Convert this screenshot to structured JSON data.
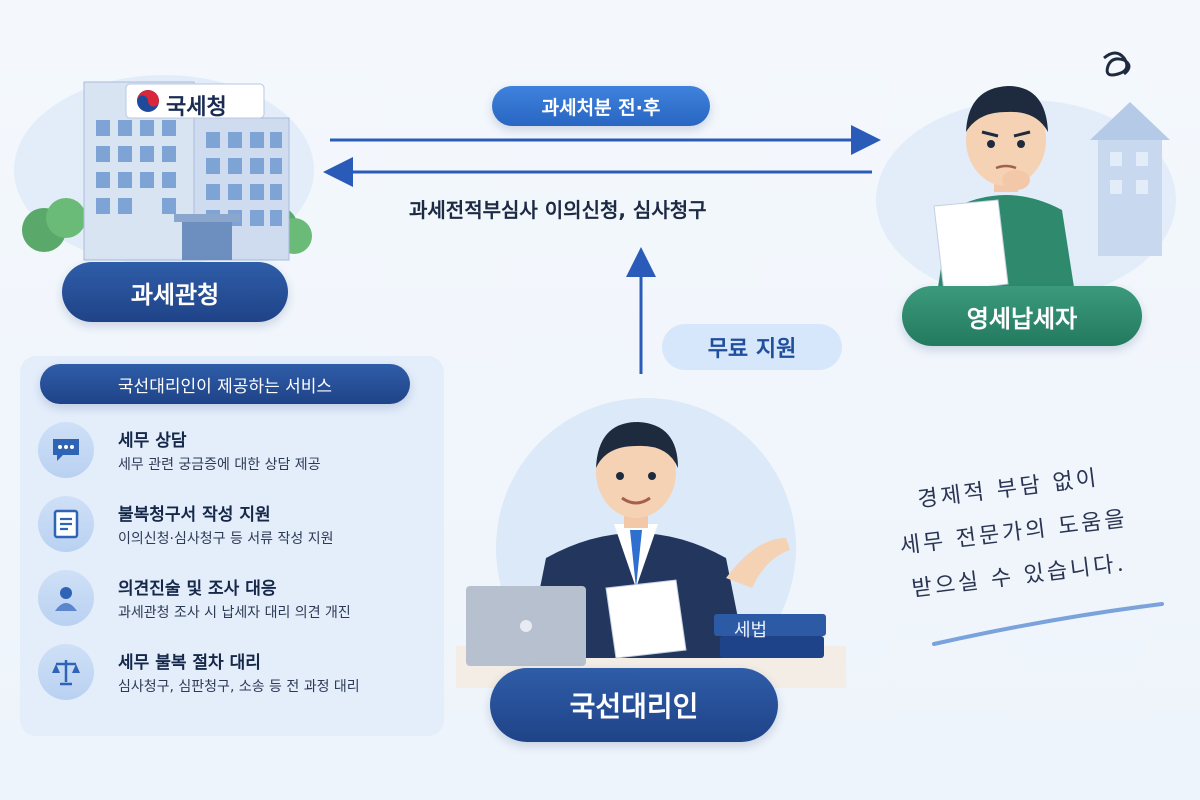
{
  "building": {
    "sign_text": "국세청",
    "label": "과세관청"
  },
  "taxpayer": {
    "label": "영세납세자"
  },
  "representative": {
    "label": "국선대리인",
    "book_label": "세법"
  },
  "flows": {
    "top_pill": "과세처분 전·후",
    "middle_text": "과세전적부심사 이의신청, 심사청구",
    "support_pill": "무료 지원"
  },
  "services": {
    "title": "국선대리인이 제공하는 서비스",
    "items": [
      {
        "icon": "chat-bubble-icon",
        "title": "세무 상담",
        "desc": "세무 관련 궁금증에 대한 상담 제공"
      },
      {
        "icon": "document-icon",
        "title": "불복청구서 작성 지원",
        "desc": "이의신청·심사청구 등 서류 작성 지원"
      },
      {
        "icon": "person-icon",
        "title": "의견진술 및 조사 대응",
        "desc": "과세관청 조사 시 납세자 대리 의견 개진"
      },
      {
        "icon": "scales-icon",
        "title": "세무 불복 절차 대리",
        "desc": "심사청구, 심판청구, 소송 등 전 과정 대리"
      }
    ]
  },
  "note": {
    "lines": [
      "경제적 부담 없이",
      "세무 전문가의 도움을",
      "받으실 수 있습니다."
    ]
  },
  "colors": {
    "navy": "#1f4388",
    "green": "#237a5f",
    "accent_blue": "#2866c2",
    "panel_bg": "#e4eefb"
  }
}
